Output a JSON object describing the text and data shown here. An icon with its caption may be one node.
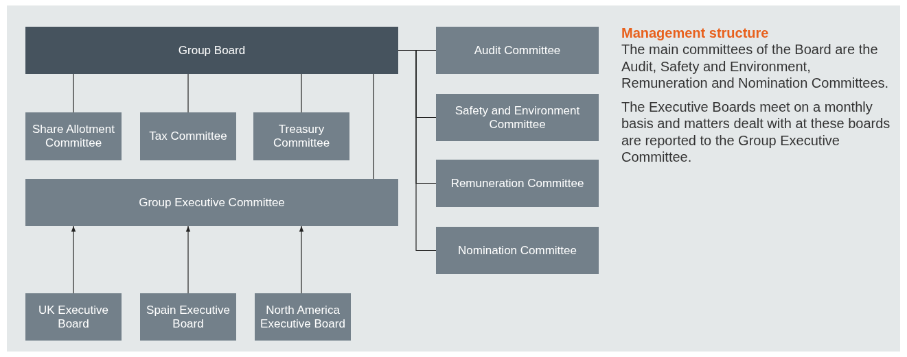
{
  "diagram": {
    "title": "Management structure",
    "nodes": [
      {
        "text": [
          "Group Board"
        ]
      },
      {
        "text": [
          "Share Allotment Committee"
        ]
      },
      {
        "text": [
          "Tax Committee"
        ]
      },
      {
        "text": [
          "Treasury Committee"
        ]
      },
      {
        "text": [
          "Group Executive Committee"
        ]
      },
      {
        "text": [
          "UK Executive Board"
        ]
      },
      {
        "text": [
          "Spain Executive Board"
        ]
      },
      {
        "text": [
          "North America Executive Board"
        ]
      },
      {
        "text": [
          "Audit Committee"
        ]
      },
      {
        "text": [
          "Safety and Environment Committee"
        ]
      },
      {
        "text": [
          "Remuneration Committee"
        ]
      },
      {
        "text": [
          "Nomination Committee"
        ]
      }
    ],
    "edges": [
      {
        "from": 0,
        "to": 1,
        "arrow": "none"
      },
      {
        "from": 0,
        "to": 2,
        "arrow": "none"
      },
      {
        "from": 0,
        "to": 3,
        "arrow": "none"
      },
      {
        "from": 0,
        "to": 4,
        "arrow": "none"
      },
      {
        "from": 5,
        "to": 4,
        "arrow": "to"
      },
      {
        "from": 6,
        "to": 4,
        "arrow": "to"
      },
      {
        "from": 7,
        "to": 4,
        "arrow": "to"
      },
      {
        "from": 0,
        "to": 8,
        "arrow": "none"
      },
      {
        "from": 0,
        "to": 9,
        "arrow": "none"
      },
      {
        "from": 0,
        "to": 10,
        "arrow": "none"
      },
      {
        "from": 0,
        "to": 11,
        "arrow": "none"
      }
    ],
    "labels": [
      "The main committees of the Board are the Audit, Safety and Environment, Remuneration and Nomination Committees.",
      "The Executive Boards meet on a monthly basis and matters dealt with at these boards are reported to the Group Executive Committee."
    ]
  }
}
